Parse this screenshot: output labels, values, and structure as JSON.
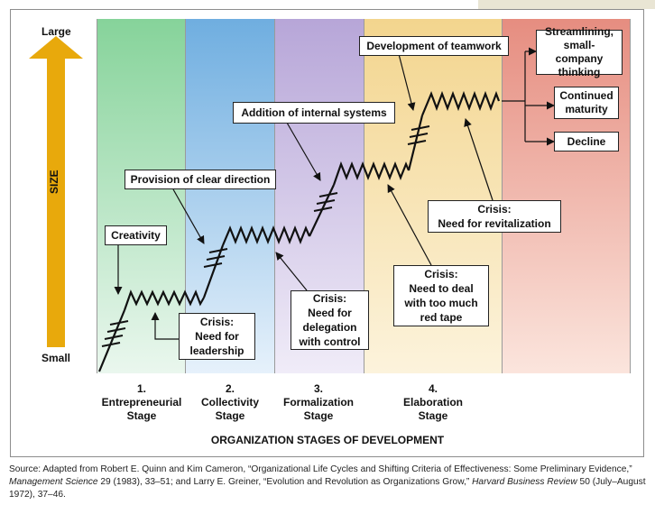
{
  "axis": {
    "size_large": "Large",
    "size_small": "Small",
    "size_title": "SIZE",
    "x_title": "ORGANIZATION STAGES OF DEVELOPMENT"
  },
  "stages": [
    {
      "num": "1.",
      "line1": "Entrepreneurial",
      "line2": "Stage"
    },
    {
      "num": "2.",
      "line1": "Collectivity",
      "line2": "Stage"
    },
    {
      "num": "3.",
      "line1": "Formalization",
      "line2": "Stage"
    },
    {
      "num": "4.",
      "line1": "Elaboration",
      "line2": "Stage"
    }
  ],
  "labels": {
    "creativity": "Creativity",
    "clear_direction": "Provision of clear direction",
    "internal_systems": "Addition of internal systems",
    "teamwork": "Development of teamwork",
    "crisis_leadership": [
      "Crisis:",
      "Need for",
      "leadership"
    ],
    "crisis_delegation": [
      "Crisis:",
      "Need for",
      "delegation",
      "with control"
    ],
    "crisis_red_tape": [
      "Crisis:",
      "Need to deal",
      "with too much",
      "red tape"
    ],
    "crisis_revitalization": [
      "Crisis:",
      "Need for revitalization"
    ],
    "outcome_streamlining": [
      "Streamlining,",
      "small-company",
      "thinking"
    ],
    "outcome_maturity": [
      "Continued",
      "maturity"
    ],
    "outcome_decline": "Decline"
  },
  "source": {
    "prefix": "Source: Adapted from Robert E. Quinn and Kim Cameron, “Organizational Life Cycles and Shifting Criteria of Effectiveness: Some Preliminary Evidence,” ",
    "journal1": "Management Science",
    "mid": " 29 (1983), 33–51; and Larry E. Greiner, “Evolution and Revolution as Organizations Grow,” ",
    "journal2": "Harvard Business Review",
    "suffix": " 50 (July–August 1972), 37–46."
  },
  "colors": {
    "size_arrow": "#e8a90c",
    "stage1": "#86d39a",
    "stage2": "#6faee0",
    "stage3": "#b7a6d8",
    "stage4": "#f3d58e",
    "stage5": "#e68d80"
  }
}
